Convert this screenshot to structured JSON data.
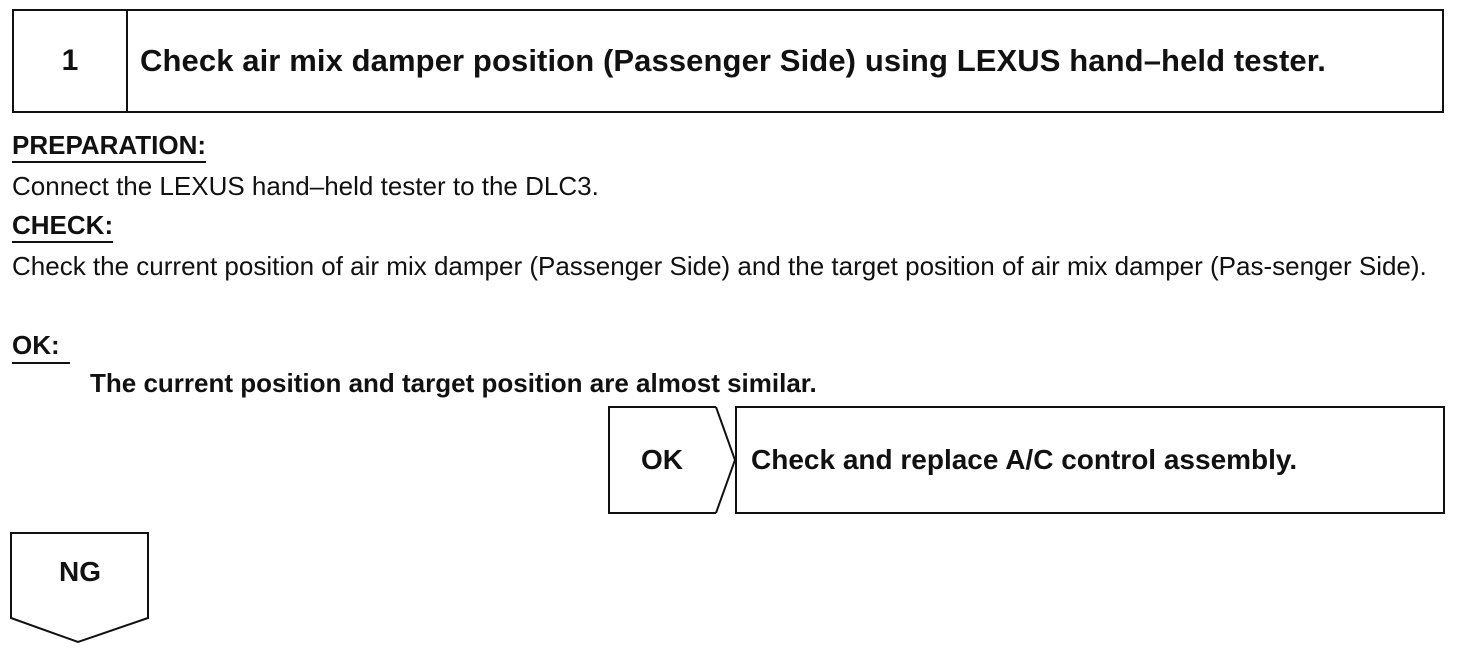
{
  "step": {
    "number": "1",
    "title": "Check air mix damper position (Passenger Side) using LEXUS hand–held tester."
  },
  "preparation": {
    "heading": "PREPARATION:",
    "text": "Connect the LEXUS hand–held tester to the DLC3."
  },
  "check": {
    "heading": "CHECK:",
    "text": "Check the current position of air mix damper (Passenger Side) and the target position of air mix damper (Pas-senger Side)."
  },
  "ok_criteria": {
    "heading": "OK:",
    "text": "The current position and target position are almost similar."
  },
  "ok_result": {
    "label": "OK",
    "action": "Check and replace A/C control assembly."
  },
  "ng_result": {
    "label": "NG"
  }
}
